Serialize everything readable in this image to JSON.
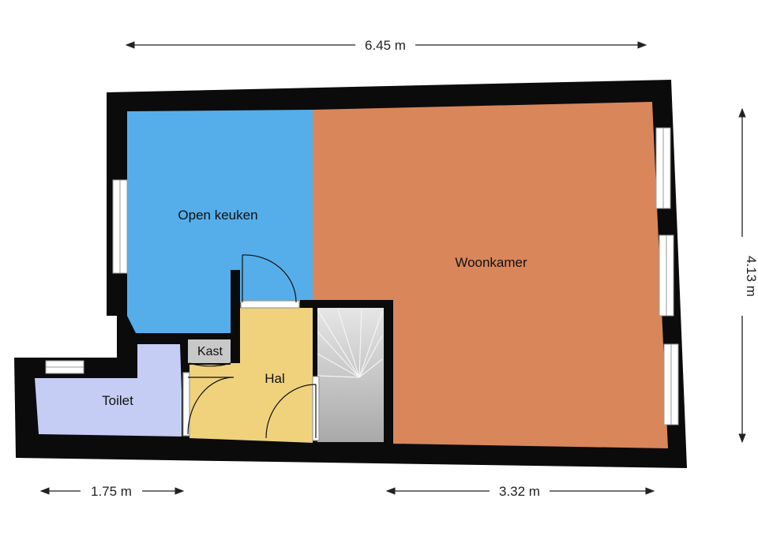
{
  "rooms": {
    "kitchen": "Open keuken",
    "living": "Woonkamer",
    "hall": "Hal",
    "closet": "Kast",
    "toilet": "Toilet"
  },
  "dimensions": {
    "total_width": "6.45 m",
    "height": "4.13 m",
    "toilet_width": "1.75 m",
    "stair_living_width": "3.32 m"
  },
  "colors": {
    "kitchen": "#55aeea",
    "living": "#d9865b",
    "hall": "#f0d27d",
    "toilet": "#c5cdf4",
    "closet": "#c8c8c8",
    "stairs": "#bdbdbd",
    "wall": "#0b0b0b"
  }
}
